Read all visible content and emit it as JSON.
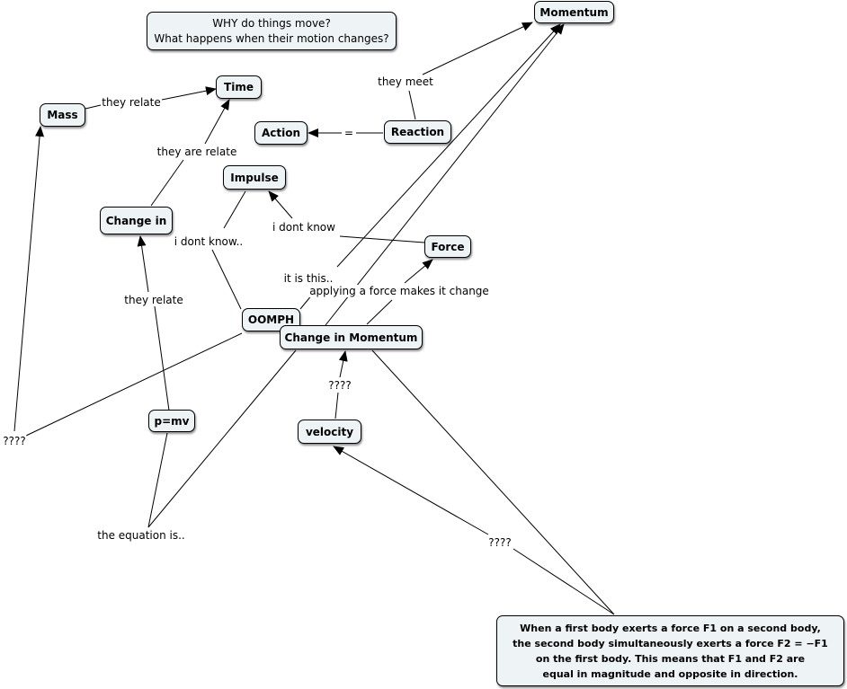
{
  "concepts": {
    "question": "WHY do things move?\nWhat happens when their motion changes?",
    "momentum": "Momentum",
    "time": "Time",
    "mass": "Mass",
    "action": "Action",
    "reaction": "Reaction",
    "impulse": "Impulse",
    "change_in": "Change in",
    "force": "Force",
    "oomph": "OOMPH",
    "change_in_momentum": "Change in Momentum",
    "pmv": "p=mv",
    "velocity": "velocity",
    "newton_third_law": "When a first body exerts a force F1 on a second body,\nthe second body simultaneously exerts a force F2 = −F1\non the first body. This means that F1 and F2 are\nequal in magnitude and opposite in direction."
  },
  "linking_phrases": {
    "they_relate_top": "they relate",
    "they_are_relate": "they are relate",
    "they_meet": "they meet",
    "equals": "=",
    "i_dont_know": "i dont know",
    "i_dont_know_dots": "i dont know..",
    "it_is_this": "it is this..",
    "applying_force": "applying a force makes it change",
    "they_relate_mid": "they relate",
    "qmarks_left": "????",
    "qmarks_mid": "????",
    "the_equation_is": "the equation is..",
    "qmarks_bottom": "????"
  }
}
